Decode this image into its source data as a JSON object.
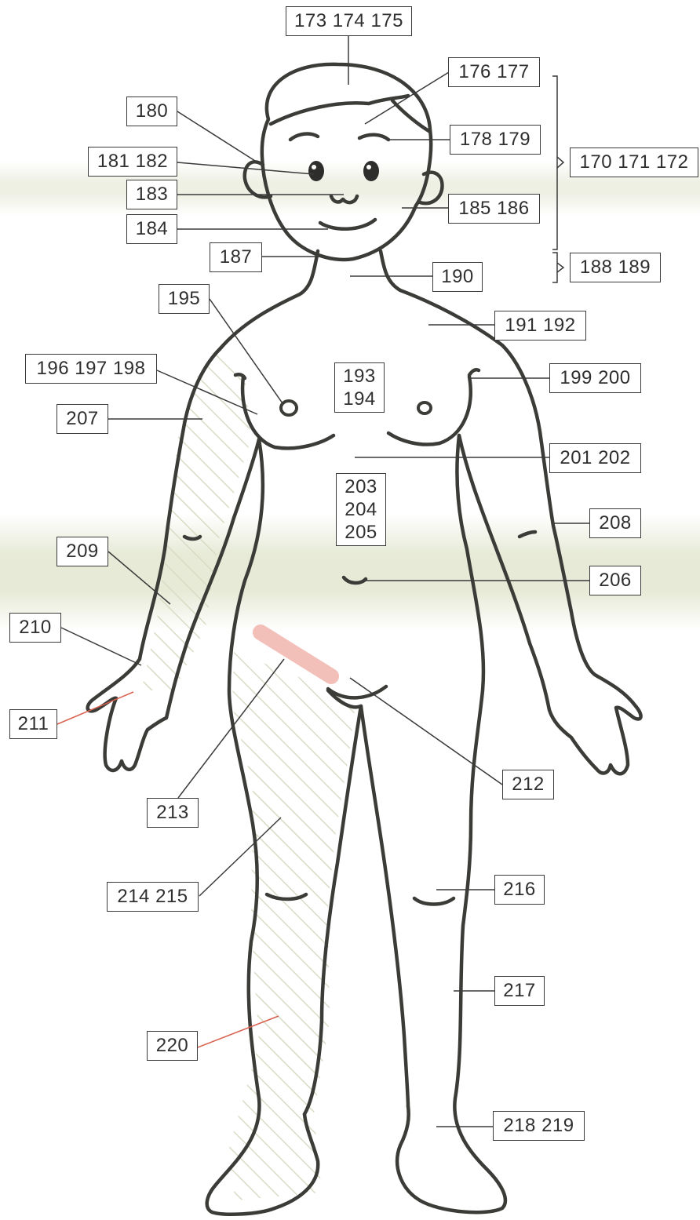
{
  "diagram": {
    "labels": {
      "head": "173 174 175",
      "hairline": "176 177",
      "ear": "180",
      "eye": "181 182",
      "eyebrow": "178 179",
      "face": "170 171 172",
      "nose": "183",
      "cheek": "185 186",
      "mouth": "184",
      "jaw": "187",
      "neck_front": "190",
      "neck": "188 189",
      "nipple": "195",
      "shoulder": "191 192",
      "breast": "196 197 198",
      "chest_lines": [
        "193",
        "194"
      ],
      "armpit": "199 200",
      "upper_arm": "207",
      "abdomen": "201 202",
      "belly_lines": [
        "203",
        "204",
        "205"
      ],
      "elbow": "208",
      "forearm": "209",
      "navel": "206",
      "wrist": "210",
      "palm": "211",
      "crotch": "212",
      "groin": "213",
      "thigh": "214 215",
      "knee": "216",
      "shin": "217",
      "calf": "220",
      "ankle": "218 219"
    },
    "colors": {
      "outline": "#3b3b38",
      "leader": "#3a3a3a",
      "red_leader": "#d9604e",
      "hatch": "#d8dcc4",
      "highlight": "#f2b5ad",
      "band": "#e4e8d2"
    }
  }
}
